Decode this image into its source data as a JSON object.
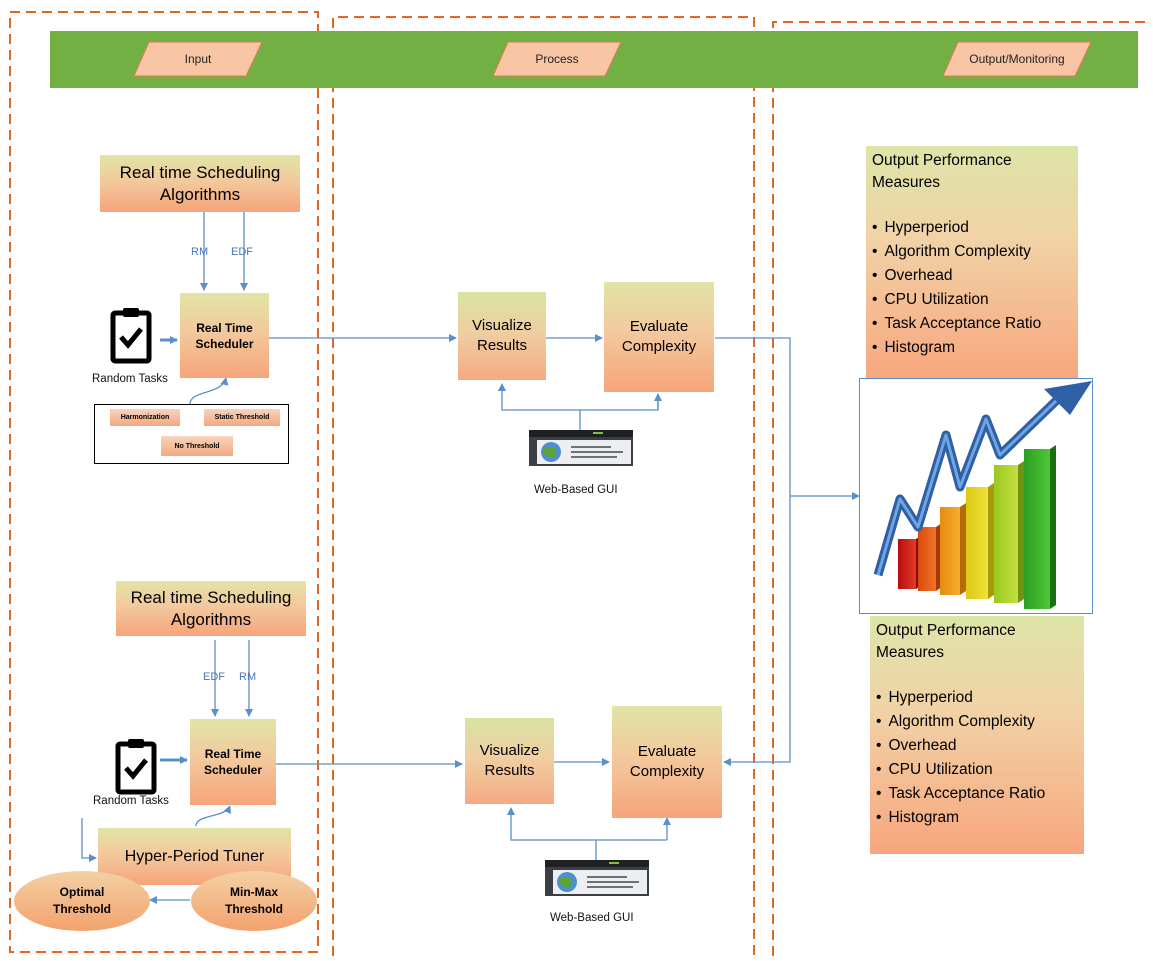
{
  "header": {
    "input": "Input",
    "process": "Process",
    "output": "Output/Monitoring"
  },
  "colors": {
    "bar": "#72b043",
    "dash": "#e5661e",
    "arrow": "#5b8fc9"
  },
  "top_flow": {
    "algorithms": "Real time Scheduling Algorithms",
    "rm": "RM",
    "edf": "EDF",
    "scheduler": "Real Time Scheduler",
    "random_tasks": "Random Tasks",
    "harmonization": "Harmonization",
    "static_threshold": "Static Threshold",
    "no_threshold": "No Threshold",
    "visualize": "Visualize Results",
    "evaluate": "Evaluate Complexity",
    "gui": "Web-Based GUI"
  },
  "bottom_flow": {
    "algorithms": "Real time Scheduling Algorithms",
    "edf": "EDF",
    "rm": "RM",
    "scheduler": "Real Time Scheduler",
    "random_tasks": "Random Tasks",
    "tuner": "Hyper-Period Tuner",
    "optimal": "Optimal Threshold",
    "minmax": "Min-Max Threshold",
    "visualize": "Visualize Results",
    "evaluate": "Evaluate Complexity",
    "gui": "Web-Based GUI"
  },
  "performance": {
    "title": "Output Performance Measures",
    "items": [
      "Hyperperiod",
      "Algorithm Complexity",
      "Overhead",
      "CPU Utilization",
      "Task Acceptance Ratio",
      "Histogram"
    ]
  },
  "icons": [
    "clipboard-check-icon",
    "web-gui-icon",
    "growth-chart-icon"
  ]
}
